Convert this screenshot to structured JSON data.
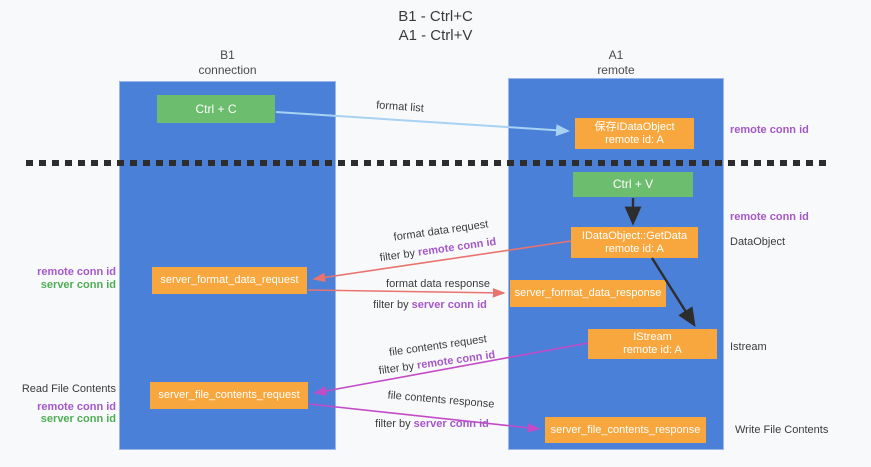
{
  "title": {
    "line1": "B1 - Ctrl+C",
    "line2": "A1 - Ctrl+V"
  },
  "lanes": {
    "left": {
      "name": "B1",
      "sub": "connection"
    },
    "right": {
      "name": "A1",
      "sub": "remote"
    }
  },
  "boxes": {
    "ctrl_c": "Ctrl + C",
    "ctrl_v": "Ctrl + V",
    "save_dataobject": {
      "line1": "保存IDataObject",
      "line2": "remote id: A"
    },
    "getdata": {
      "line1": "IDataObject::GetData",
      "line2": "remote id: A"
    },
    "istream": {
      "line1": "IStream",
      "line2": "remote id: A"
    },
    "format_request": "server_format_data_request",
    "format_response": "server_format_data_response",
    "file_request": "server_file_contents_request",
    "file_response": "server_file_contents_response"
  },
  "side_labels": {
    "right_remote_conn_top": "remote conn id",
    "right_remote_conn_mid": "remote conn id",
    "dataobject": "DataObject",
    "istream": "Istream",
    "write_file": "Write File Contents",
    "left_remote_conn_top": "remote conn id",
    "left_server_conn_top": "server conn id",
    "read_file": "Read File Contents",
    "left_remote_conn_bottom": "remote conn id",
    "left_server_conn_bottom": "server conn id"
  },
  "flow_labels": {
    "format_list": "format list",
    "format_data_request": "format data request",
    "format_data_response": "format data response",
    "file_contents_request": "file contents request",
    "file_contents_response": "file contents response",
    "filter_prefix": "filter by ",
    "remote_conn_id": "remote conn id",
    "server_conn_id": "server conn id"
  },
  "colors": {
    "lane-blue": "#4a80d8",
    "box-green": "#6cbd6d",
    "box-orange": "#f7a73e",
    "accent-purple": "#a558c8",
    "accent-green": "#4fae54",
    "arrow-salmon": "#e8736f",
    "arrow-magenta": "#c44bc8",
    "arrow-lightblue": "#a8d2f2",
    "ink": "#3b3b3b",
    "dash": "#2d2d2d"
  }
}
